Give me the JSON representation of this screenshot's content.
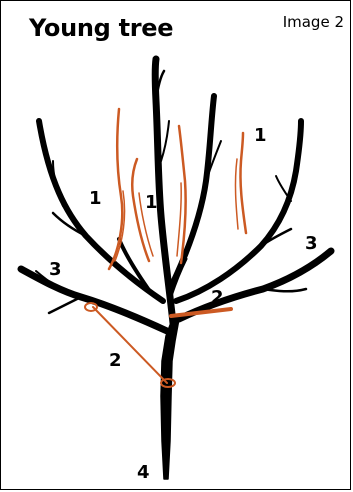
{
  "title": "Young tree",
  "image_label": "Image 2",
  "colors": {
    "branch": "#000000",
    "prune": "#cc5a23",
    "background": "#ffffff"
  },
  "labels": {
    "one_a": "1",
    "one_b": "1",
    "one_c": "1",
    "two_lower": "2",
    "two_upper": "2",
    "three_left": "3",
    "three_right": "3",
    "four": "4"
  }
}
